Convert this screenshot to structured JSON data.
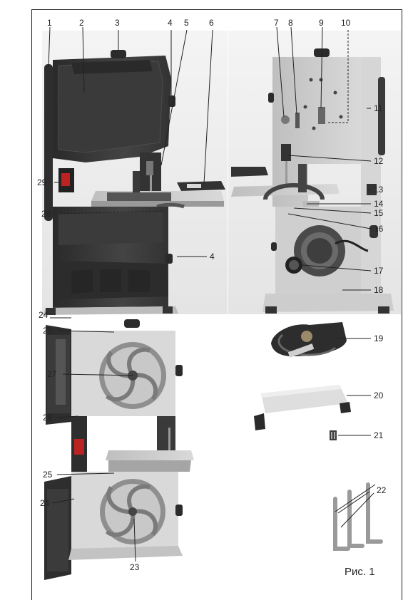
{
  "caption": "Рис. 1",
  "labels": {
    "n1": "1",
    "n2": "2",
    "n3": "3",
    "n4a": "4",
    "n4b": "4",
    "n5": "5",
    "n6": "6",
    "n7": "7",
    "n8": "8",
    "n9": "9",
    "n10": "10",
    "n11": "11",
    "n12": "12",
    "n13": "13",
    "n14": "14",
    "n15": "15",
    "n16": "16",
    "n17": "17",
    "n18": "18",
    "n19": "19",
    "n20": "20",
    "n21": "21",
    "n22": "22",
    "n23": "23",
    "n24a": "24",
    "n24b": "24",
    "n25a": "25",
    "n25b": "25",
    "n26": "26",
    "n27": "27",
    "n28": "28",
    "n29": "29"
  },
  "colors": {
    "body": "#3c3c3c",
    "body_dark": "#262626",
    "grey": "#c9c9c9",
    "light": "#e6e6e6",
    "motor": "#5a5a5a"
  }
}
